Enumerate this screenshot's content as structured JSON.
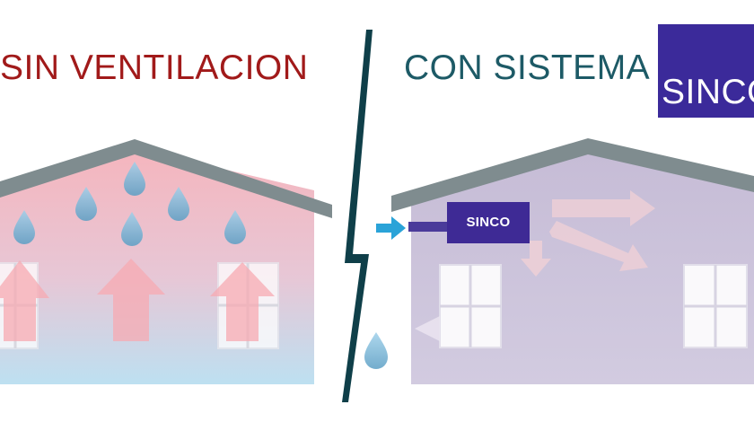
{
  "left_panel": {
    "title": "SIN VENTILACION"
  },
  "right_panel": {
    "title_prefix": "CON SISTEMA",
    "title_brand": "SINCO",
    "unit_label": "SINCO"
  },
  "colors": {
    "left_title": "#a11a1a",
    "right_title": "#1d5a66",
    "brand_box": "#3b2a9a",
    "unit_box": "#3e2a95",
    "roof": "#7f8c8f",
    "divider": "#0f3f49",
    "inlet_arrow": "#2aa3d8",
    "droplet": "#6aaad0",
    "left_wall_top": "#f4b8c0",
    "left_wall_bottom": "#bfe0f0",
    "right_wall": "#c9c0d6"
  },
  "icons": {
    "droplet": "water-drop-icon",
    "arrow_up": "arrow-up-icon",
    "arrow_right": "arrow-right-icon",
    "arrow_down": "arrow-down-icon"
  }
}
